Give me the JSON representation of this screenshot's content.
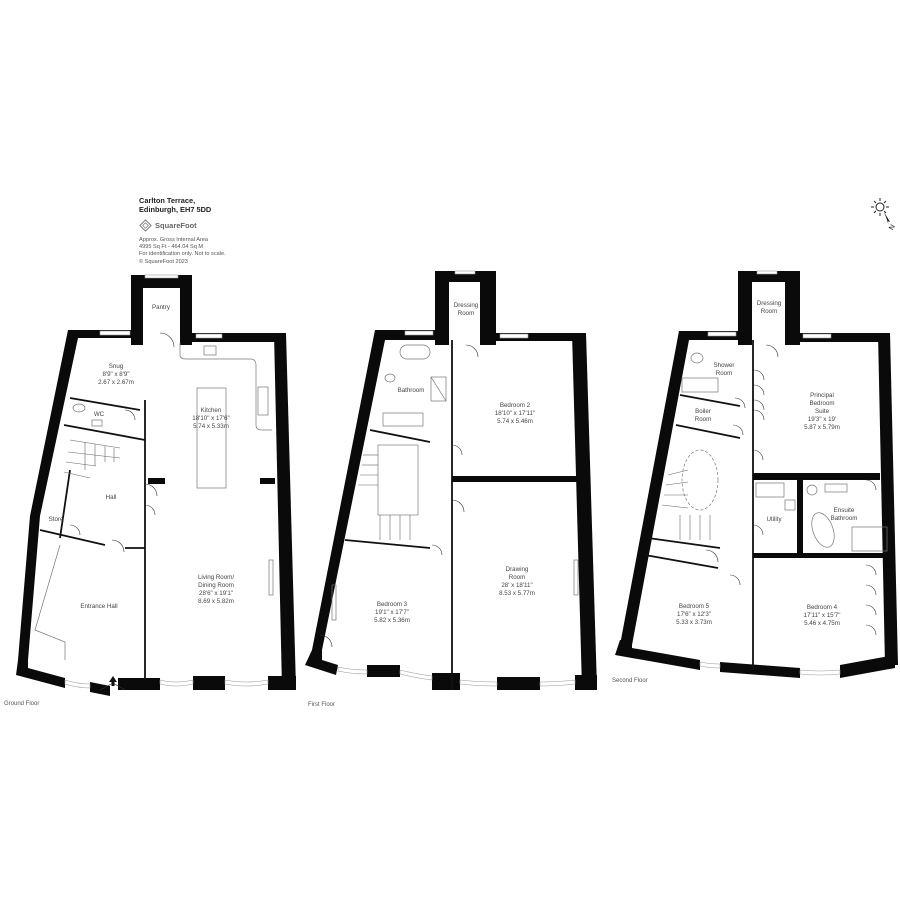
{
  "header": {
    "address_line1": "Carlton Terrace,",
    "address_line2": "Edinburgh, EH7 5DD",
    "brand": "SquareFoot",
    "brand_icon": "squarefoot-logo-icon",
    "info_lines": [
      "Approx. Gross Internal Area",
      "4995 Sq Ft  -  464.04 Sq M",
      "For identification only. Not to scale.",
      "© SquareFoot 2023"
    ]
  },
  "compass": {
    "icon": "compass-sun-icon",
    "north_label": "N"
  },
  "floors": [
    {
      "name": "Ground Floor",
      "rooms": [
        {
          "name": "Pantry",
          "dims_imperial": "",
          "dims_metric": ""
        },
        {
          "name": "Snug",
          "dims_imperial": "8'9\" x 8'9\"",
          "dims_metric": "2.67 x 2.67m"
        },
        {
          "name": "Kitchen",
          "dims_imperial": "18'10\" x 17'6\"",
          "dims_metric": "5.74 x 5.33m"
        },
        {
          "name": "WC",
          "dims_imperial": "",
          "dims_metric": ""
        },
        {
          "name": "Hall",
          "dims_imperial": "",
          "dims_metric": ""
        },
        {
          "name": "Store",
          "dims_imperial": "",
          "dims_metric": ""
        },
        {
          "name": "Entrance Hall",
          "dims_imperial": "",
          "dims_metric": ""
        },
        {
          "name_line1": "Living Room/",
          "name_line2": "Dining Room",
          "dims_imperial": "28'6\" x 19'1\"",
          "dims_metric": "8.69 x 5.82m"
        }
      ]
    },
    {
      "name": "First Floor",
      "rooms": [
        {
          "name_line1": "Dressing",
          "name_line2": "Room",
          "dims_imperial": "",
          "dims_metric": ""
        },
        {
          "name": "Bathroom",
          "dims_imperial": "",
          "dims_metric": ""
        },
        {
          "name": "Bedroom 2",
          "dims_imperial": "18'10\" x 17'11\"",
          "dims_metric": "5.74 x 5.46m"
        },
        {
          "name": "Bedroom 3",
          "dims_imperial": "19'1\" x 17'7\"",
          "dims_metric": "5.82 x 5.36m"
        },
        {
          "name_line1": "Drawing",
          "name_line2": "Room",
          "dims_imperial": "28' x 18'11\"",
          "dims_metric": "8.53 x 5.77m"
        }
      ]
    },
    {
      "name": "Second Floor",
      "rooms": [
        {
          "name_line1": "Dressing",
          "name_line2": "Room",
          "dims_imperial": "",
          "dims_metric": ""
        },
        {
          "name_line1": "Shower",
          "name_line2": "Room",
          "dims_imperial": "",
          "dims_metric": ""
        },
        {
          "name_line1": "Boiler",
          "name_line2": "Room",
          "dims_imperial": "",
          "dims_metric": ""
        },
        {
          "name_line1": "Principal",
          "name_line2": "Bedroom",
          "name_line3": "Suite",
          "dims_imperial": "19'3\" x 19'",
          "dims_metric": "5.87 x 5.79m"
        },
        {
          "name": "Utility",
          "dims_imperial": "",
          "dims_metric": ""
        },
        {
          "name_line1": "Ensuite",
          "name_line2": "Bathroom",
          "dims_imperial": "",
          "dims_metric": ""
        },
        {
          "name": "Bedroom 5",
          "dims_imperial": "17'6\" x 12'3\"",
          "dims_metric": "5.33 x 3.73m"
        },
        {
          "name": "Bedroom 4",
          "dims_imperial": "17'11\" x 15'7\"",
          "dims_metric": "5.46 x 4.75m"
        }
      ]
    }
  ]
}
